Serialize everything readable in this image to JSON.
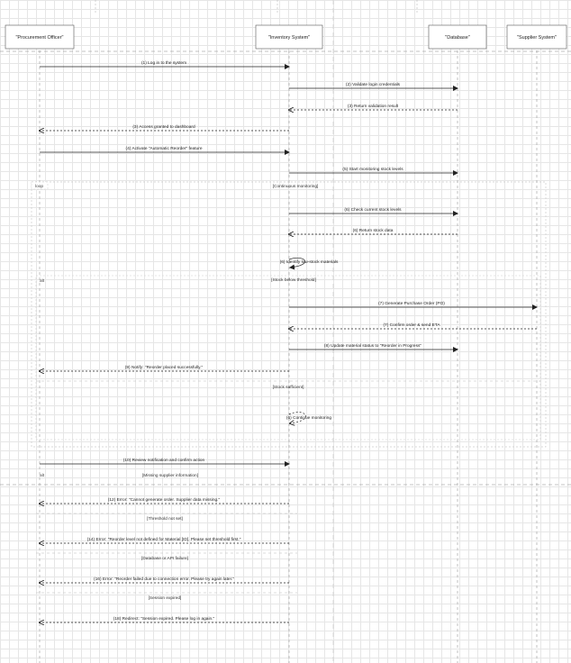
{
  "actors": [
    {
      "id": "po",
      "label": "\"Procurement Officer\""
    },
    {
      "id": "is",
      "label": "\"Inventory System\""
    },
    {
      "id": "db",
      "label": "\"Database\""
    },
    {
      "id": "ss",
      "label": "\"Supplier System\""
    }
  ],
  "messages": [
    {
      "from": "po",
      "to": "is",
      "label": "(1) Log in to the system",
      "dashed": false
    },
    {
      "from": "is",
      "to": "db",
      "label": "(2) Validate login credentials",
      "dashed": false
    },
    {
      "from": "db",
      "to": "is",
      "label": "(3) Return validation result",
      "dashed": true
    },
    {
      "from": "is",
      "to": "po",
      "label": "(3) Access granted to dashboard",
      "dashed": true
    },
    {
      "from": "po",
      "to": "is",
      "label": "(4) Activate \"Automatic Reorder\" feature",
      "dashed": false
    },
    {
      "from": "is",
      "to": "db",
      "label": "(5) Start monitoring stock levels",
      "dashed": false
    },
    {
      "from": "is",
      "to": "db",
      "label": "(6) Check current stock levels",
      "dashed": false
    },
    {
      "from": "db",
      "to": "is",
      "label": "(6) Return stock data",
      "dashed": true
    },
    {
      "from": "is",
      "to": "is",
      "label": "(6) Identify low-stock materials",
      "dashed": false
    },
    {
      "from": "is",
      "to": "ss",
      "label": "(7) Generate Purchase Order (PO)",
      "dashed": false
    },
    {
      "from": "ss",
      "to": "is",
      "label": "(7) Confirm order & send ETA",
      "dashed": true
    },
    {
      "from": "is",
      "to": "db",
      "label": "(8) Update material status to \"Reorder in Progress\"",
      "dashed": false
    },
    {
      "from": "is",
      "to": "po",
      "label": "(9) Notify: \"Reorder placed successfully.\"",
      "dashed": true
    },
    {
      "from": "is",
      "to": "is",
      "label": "(6) Continue monitoring",
      "dashed": true
    },
    {
      "from": "po",
      "to": "is",
      "label": "(10) Review notification and confirm action",
      "dashed": false
    },
    {
      "from": "is",
      "to": "po",
      "label": "(12) Error: \"Cannot generate order. Supplier data missing.\"",
      "dashed": true
    },
    {
      "from": "is",
      "to": "po",
      "label": "(14) Error: \"Reorder level not defined for Material [ID]. Please set threshold first.\"",
      "dashed": true
    },
    {
      "from": "is",
      "to": "po",
      "label": "(16) Error: \"Reorder failed due to connection error. Please try again later.\"",
      "dashed": true
    },
    {
      "from": "is",
      "to": "po",
      "label": "(18) Redirect: \"Session expired. Please log in again.\"",
      "dashed": true
    }
  ],
  "fragments": [
    {
      "keyword": "loop",
      "guard": "[Continuous monitoring]"
    },
    {
      "keyword": "alt",
      "guard": "[Stock below threshold]"
    },
    {
      "keyword": "alt",
      "guard": "[Missing supplier information]"
    }
  ],
  "guards": [
    "[Stock sufficient]",
    "[Threshold not set]",
    "[Database or API failure]",
    "[Session expired]"
  ]
}
